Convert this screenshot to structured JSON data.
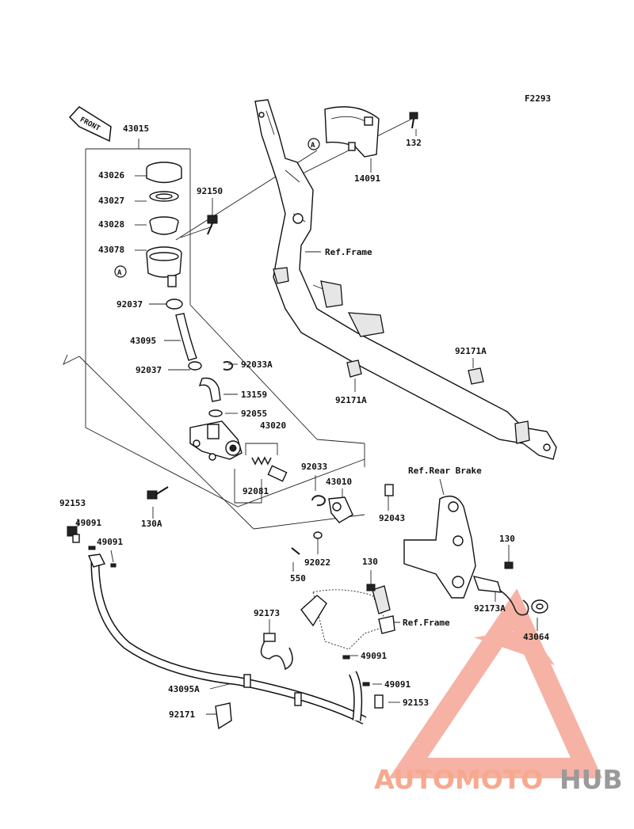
{
  "figure_code": "F2293",
  "front_badge": "FRONT",
  "labels": [
    {
      "id": "43015",
      "text": "43015"
    },
    {
      "id": "43026",
      "text": "43026"
    },
    {
      "id": "43027",
      "text": "43027"
    },
    {
      "id": "43028",
      "text": "43028"
    },
    {
      "id": "43078",
      "text": "43078"
    },
    {
      "id": "92150",
      "text": "92150"
    },
    {
      "id": "92037a",
      "text": "92037"
    },
    {
      "id": "43095",
      "text": "43095"
    },
    {
      "id": "92037b",
      "text": "92037"
    },
    {
      "id": "92033A",
      "text": "92033A"
    },
    {
      "id": "13159",
      "text": "13159"
    },
    {
      "id": "92055",
      "text": "92055"
    },
    {
      "id": "43020",
      "text": "43020"
    },
    {
      "id": "92033",
      "text": "92033"
    },
    {
      "id": "43010",
      "text": "43010"
    },
    {
      "id": "92081",
      "text": "92081"
    },
    {
      "id": "92043",
      "text": "92043"
    },
    {
      "id": "130A",
      "text": "130A"
    },
    {
      "id": "92153a",
      "text": "92153"
    },
    {
      "id": "49091a",
      "text": "49091"
    },
    {
      "id": "49091b",
      "text": "49091"
    },
    {
      "id": "92022",
      "text": "92022"
    },
    {
      "id": "550",
      "text": "550"
    },
    {
      "id": "130a",
      "text": "130"
    },
    {
      "id": "130b",
      "text": "130"
    },
    {
      "id": "92173",
      "text": "92173"
    },
    {
      "id": "refframe2",
      "text": "Ref.Frame"
    },
    {
      "id": "49091c",
      "text": "49091"
    },
    {
      "id": "49091d",
      "text": "49091"
    },
    {
      "id": "92153b",
      "text": "92153"
    },
    {
      "id": "43095A",
      "text": "43095A"
    },
    {
      "id": "92171",
      "text": "92171"
    },
    {
      "id": "132",
      "text": "132"
    },
    {
      "id": "14091",
      "text": "14091"
    },
    {
      "id": "refframe1",
      "text": "Ref.Frame"
    },
    {
      "id": "92171Aa",
      "text": "92171A"
    },
    {
      "id": "92171Ab",
      "text": "92171A"
    },
    {
      "id": "refrearbrake",
      "text": "Ref.Rear Brake"
    },
    {
      "id": "92173A",
      "text": "92173A"
    },
    {
      "id": "43064",
      "text": "43064"
    }
  ],
  "ref_markers": [
    "A",
    "A"
  ],
  "watermark": {
    "part1": "AUTOMOTO",
    "part2": "HUB",
    "color1": "#f7a98f",
    "color2": "#9a9a9a",
    "logo_color": "#f4a596"
  }
}
